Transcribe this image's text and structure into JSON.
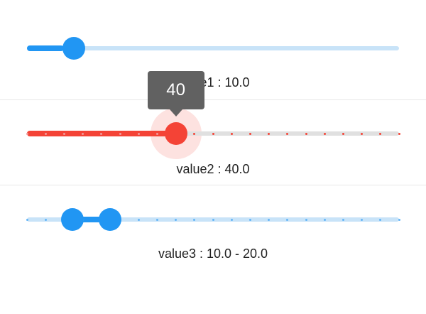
{
  "sliders": [
    {
      "label": "value1 : 10.0",
      "min": 0,
      "max": 100,
      "value": 10,
      "color": "#2196f3",
      "track_color": "#c8e3f8"
    },
    {
      "label": "value2 : 40.0",
      "min": 0,
      "max": 100,
      "value": 40,
      "divisions": 20,
      "tooltip": "40",
      "color": "#f44336",
      "track_color": "#e0e0e0",
      "halo_color": "#fde2e0",
      "tooltip_color": "#616161"
    },
    {
      "label": "value3 : 10.0 - 20.0",
      "min": 0,
      "max": 100,
      "start": 10,
      "end": 20,
      "divisions": 20,
      "color": "#2196f3",
      "track_color": "#c8e3f8"
    }
  ]
}
